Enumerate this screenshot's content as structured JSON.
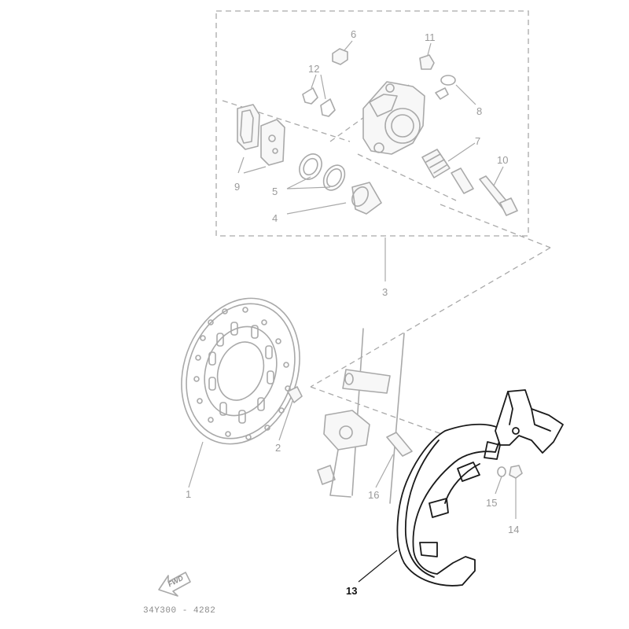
{
  "diagram": {
    "reference_code": "34Y300 - 4282",
    "fwd_label": "FWD",
    "callouts": {
      "c1": "1",
      "c2": "2",
      "c3": "3",
      "c4": "4",
      "c5": "5",
      "c6": "6",
      "c7": "7",
      "c8": "8",
      "c9": "9",
      "c10": "10",
      "c11": "11",
      "c12": "12",
      "c13": "13",
      "c14": "14",
      "c15": "15",
      "c16": "16"
    },
    "colors": {
      "faded_line": "#a9a9a9",
      "highlight_line": "#1a1a1a",
      "background": "#ffffff"
    }
  }
}
